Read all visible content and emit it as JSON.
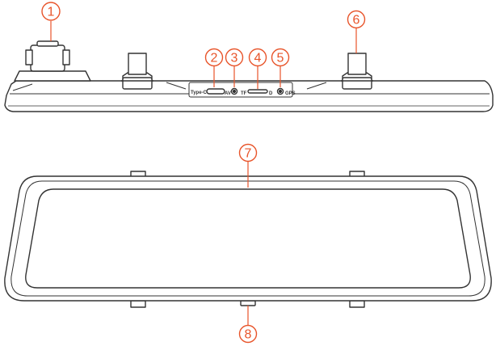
{
  "colors": {
    "callout": "#e8542a",
    "line": "#333333",
    "fill": "#ffffff"
  },
  "callouts": [
    "1",
    "2",
    "3",
    "4",
    "5",
    "6",
    "7",
    "8"
  ],
  "port_labels": {
    "typec": "Type-C",
    "av": "AV",
    "tf": "TF",
    "gps": "GPS"
  }
}
